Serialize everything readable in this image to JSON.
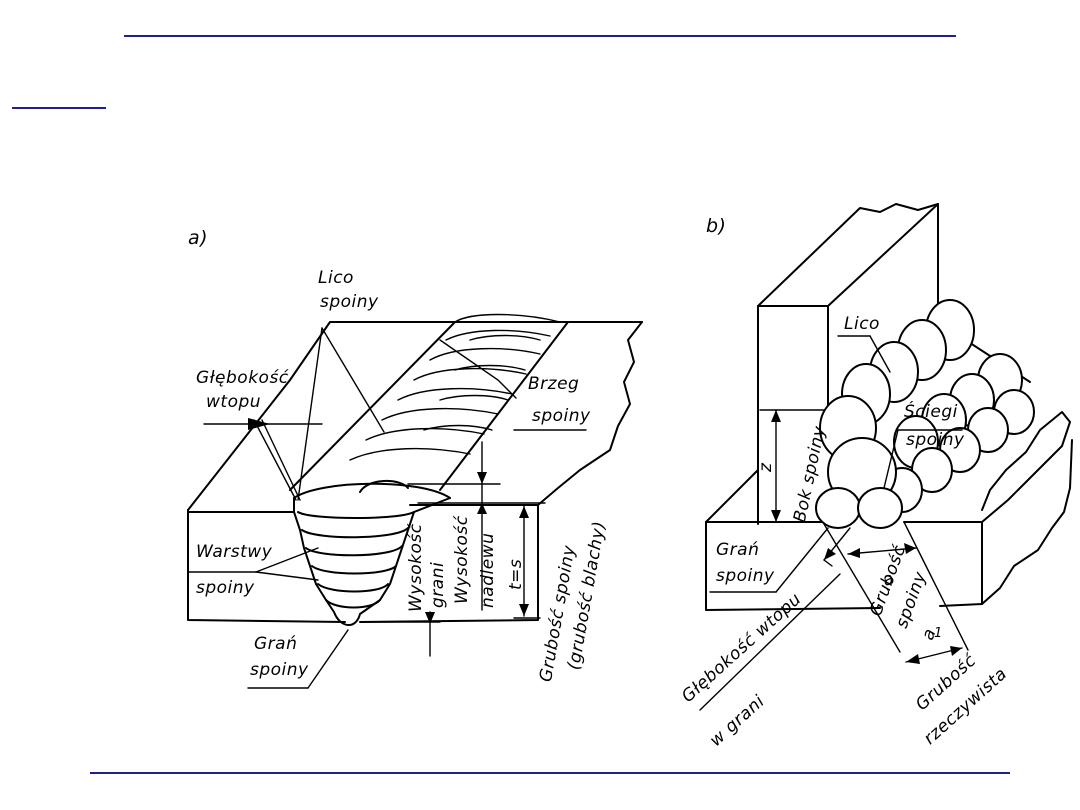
{
  "panel_a": {
    "tag": "a)",
    "lico": [
      "Lico",
      "spoiny"
    ],
    "glebokosc": [
      "Głębokość",
      "wtopu"
    ],
    "brzeg": [
      "Brzeg",
      "spoiny"
    ],
    "warstwy": [
      "Warstwy",
      "spoiny"
    ],
    "gran": [
      "Grań",
      "spoiny"
    ],
    "wys_grani": [
      "Wysokość",
      "grani"
    ],
    "wys_nadlewu": [
      "Wysokość",
      "nadlewu"
    ],
    "ts": "t=s",
    "grubosc": [
      "Grubość spoiny",
      "(grubość blachy)"
    ]
  },
  "panel_b": {
    "tag": "b)",
    "lico": "Lico",
    "sciegi": [
      "Ściegi",
      "spoiny"
    ],
    "z": "z",
    "bok": "Bok spoiny",
    "gran": [
      "Grań",
      "spoiny"
    ],
    "a": "a",
    "grubosc_spoiny": [
      "Grubość",
      "spoiny",
      "a"
    ],
    "a_sub": "1",
    "glebokosc_grani": [
      "Głębokość wtopu",
      "w grani"
    ],
    "grubosc_rzeczywista": [
      "Grubość",
      "rzeczywista"
    ]
  }
}
